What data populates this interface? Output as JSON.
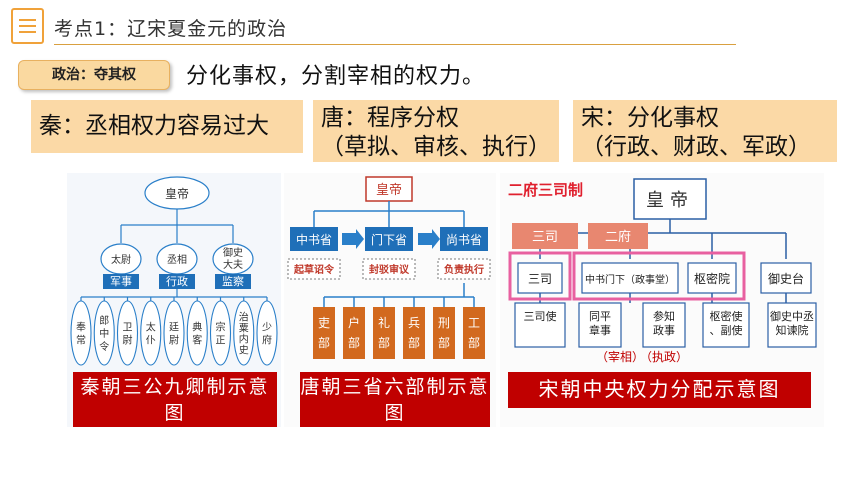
{
  "header": {
    "title": "考点1：辽宋夏金元的政治"
  },
  "tag": {
    "label": "政治：夺其权"
  },
  "summary": "分化事权，分割宰相的权力。",
  "boxes": {
    "qin": {
      "line1": "秦：丞相权力容易过大"
    },
    "tang": {
      "line1": "唐：程序分权",
      "line2": "（草拟、审核、执行）"
    },
    "song": {
      "line1": "宋：分化事权",
      "line2": "（行政、财政、军政）"
    }
  },
  "qin_diagram": {
    "emperor": "皇帝",
    "gongs": [
      "太尉",
      "丞相",
      "御史大夫"
    ],
    "roles": [
      "军事",
      "行政",
      "监察"
    ],
    "qings": [
      "奉常",
      "郎中令",
      "卫尉",
      "太仆",
      "廷尉",
      "典客",
      "宗正",
      "治粟内史",
      "少府"
    ],
    "caption": "秦朝三公九卿制示意图"
  },
  "tang_diagram": {
    "emperor": "皇帝",
    "shengs": [
      "中书省",
      "门下省",
      "尚书省"
    ],
    "duties": [
      "起草诏令",
      "封驳审议",
      "负责执行"
    ],
    "bus": [
      "吏部",
      "户部",
      "礼部",
      "兵部",
      "刑部",
      "工部"
    ],
    "caption": "唐朝三省六部制示意图"
  },
  "song_diagram": {
    "title": "二府三司制",
    "emperor": "皇帝",
    "tag_sansi": "三司",
    "tag_erfu": "二府",
    "orgs": [
      "三司",
      "中书门下（政事堂）",
      "枢密院",
      "御史台"
    ],
    "officials": [
      "三司使",
      "同平章事",
      "参知政事",
      "枢密使、副使",
      "御史中丞知谏院"
    ],
    "notes": [
      "（宰相）",
      "（执政）"
    ],
    "caption": "宋朝中央权力分配示意图"
  },
  "colors": {
    "accent": "#f0a23a",
    "box": "#fbd9a6",
    "caption": "#c00000",
    "blue": "#1f6fb8",
    "brown": "#d2691e"
  }
}
